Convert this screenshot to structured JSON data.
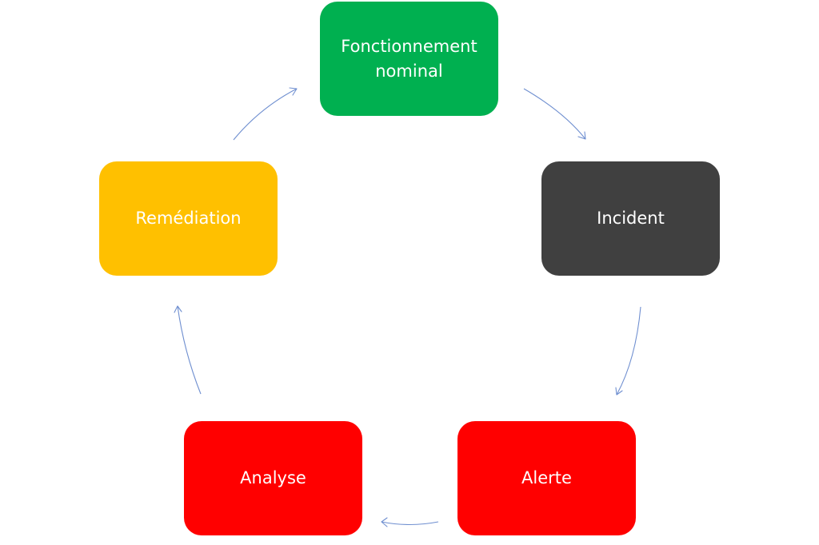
{
  "diagram": {
    "type": "cycle",
    "nodes": [
      {
        "id": "nominal",
        "label": "Fonctionnement\nnominal",
        "color": "#00b050"
      },
      {
        "id": "incident",
        "label": "Incident",
        "color": "#404040"
      },
      {
        "id": "alerte",
        "label": "Alerte",
        "color": "#ff0000"
      },
      {
        "id": "analyse",
        "label": "Analyse",
        "color": "#ff0000"
      },
      {
        "id": "remediation",
        "label": "Remédiation",
        "color": "#ffc000"
      }
    ],
    "edges": [
      {
        "from": "nominal",
        "to": "incident"
      },
      {
        "from": "incident",
        "to": "alerte"
      },
      {
        "from": "alerte",
        "to": "analyse"
      },
      {
        "from": "analyse",
        "to": "remediation"
      },
      {
        "from": "remediation",
        "to": "nominal"
      }
    ],
    "arrow_color": "#6f8fd0"
  }
}
